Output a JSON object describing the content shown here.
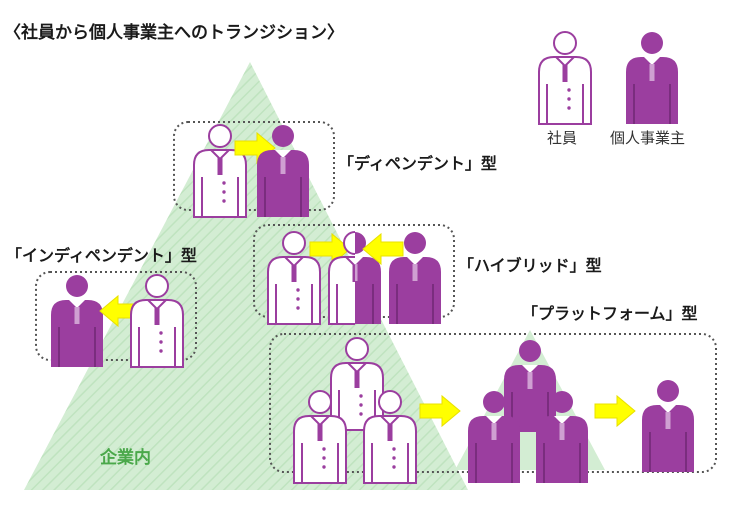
{
  "title": "〈社員から個人事業主へのトランジション〉",
  "legend": {
    "employee_label": "社員",
    "sole_proprietor_label": "個人事業主"
  },
  "labels": {
    "dependent": "「ディペンデント」型",
    "independent": "「インディペンデント」型",
    "hybrid": "「ハイブリッド」型",
    "platform": "「プラットフォーム」型",
    "inside_company": "企業内"
  },
  "colors": {
    "purple": "#9b3e9f",
    "outline": "#9b3e9f",
    "arrow": "#ffff00",
    "triangle": "#c9e8c9",
    "box_border": "#555555",
    "inside_company_text": "#4aa84a"
  },
  "icons": [
    "person-outline-icon",
    "person-filled-icon",
    "person-half-icon",
    "arrow-right-icon",
    "arrow-left-icon"
  ]
}
